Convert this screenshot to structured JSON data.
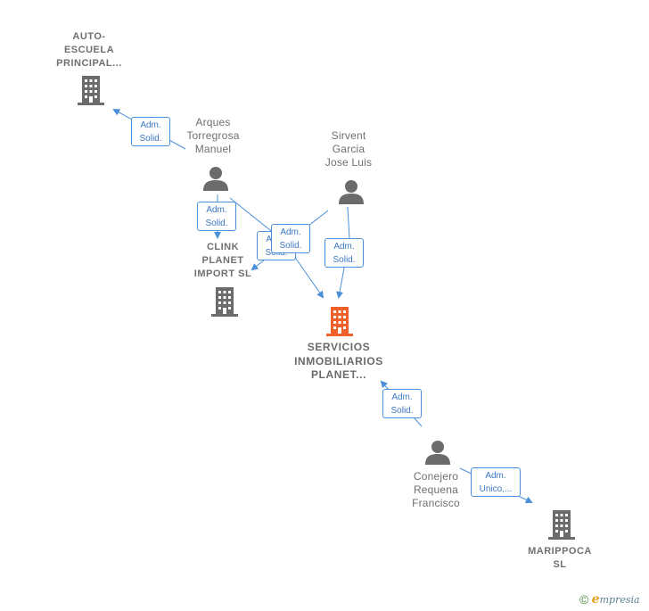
{
  "companies": {
    "autoescuela": {
      "lines": [
        "AUTO-",
        "ESCUELA",
        "PRINCIPAL..."
      ]
    },
    "clink": {
      "lines": [
        "CLINK",
        "PLANET",
        "IMPORT  SL"
      ]
    },
    "servicios": {
      "lines": [
        "SERVICIOS",
        "INMOBILIARIOS",
        "PLANET..."
      ]
    },
    "marippoca": {
      "lines": [
        "MARIPPOCA",
        "SL"
      ]
    }
  },
  "persons": {
    "arques": {
      "lines": [
        "Arques",
        "Torregrosa",
        "Manuel"
      ]
    },
    "sirvent": {
      "lines": [
        "Sirvent",
        "Garcia",
        "Jose Luis"
      ]
    },
    "conejero": {
      "lines": [
        "Conejero",
        "Requena",
        "Francisco"
      ]
    }
  },
  "relations": {
    "arques_autoescuela": [
      "Adm.",
      "Solid."
    ],
    "arques_clink": [
      "Adm.",
      "Solid."
    ],
    "sirvent_clink_partial": [
      "Adm.",
      "Solid."
    ],
    "arques_servicios": [
      "Adm.",
      "Solid."
    ],
    "sirvent_servicios": [
      "Adm.",
      "Solid."
    ],
    "conejero_servicios": [
      "Adm.",
      "Solid."
    ],
    "conejero_marippoca": [
      "Adm.",
      "Unico,..."
    ]
  },
  "colors": {
    "edge": "#4a90d9",
    "company_icon": "#6b6b6b",
    "main_company_icon": "#f0602a",
    "person_icon": "#6b6b6b"
  },
  "footer": {
    "copyright": "©",
    "brand_initial": "e",
    "brand_rest": "mpresia"
  }
}
